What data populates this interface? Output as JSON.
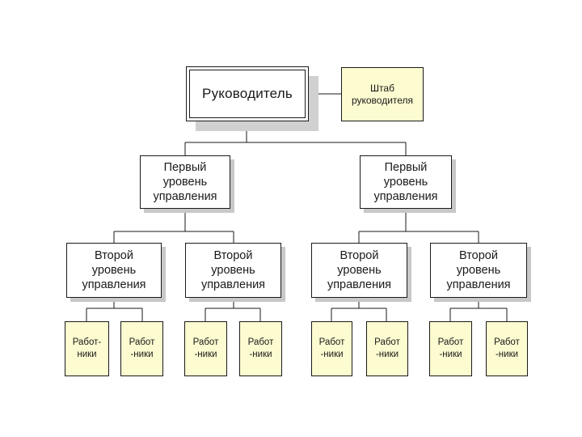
{
  "diagram": {
    "root": {
      "label": "Руководитель"
    },
    "staff": {
      "label": "Штаб\nруководителя"
    },
    "level1": [
      {
        "label": "Первый\nуровень\nуправления"
      },
      {
        "label": "Первый\nуровень\nуправления"
      }
    ],
    "level2": [
      {
        "label": "Второй\nуровень\nуправления"
      },
      {
        "label": "Второй\nуровень\nуправления"
      },
      {
        "label": "Второй\nуровень\nуправления"
      },
      {
        "label": "Второй\nуровень\nуправления"
      }
    ],
    "workers": [
      {
        "label": "Работ-\nники"
      },
      {
        "label": "Работ\n-ники"
      },
      {
        "label": "Работ\n-ники"
      },
      {
        "label": "Работ\n-ники"
      },
      {
        "label": "Работ\n-ники"
      },
      {
        "label": "Работ\n-ники"
      },
      {
        "label": "Работ\n-ники"
      },
      {
        "label": "Работ\n-ники"
      }
    ]
  }
}
